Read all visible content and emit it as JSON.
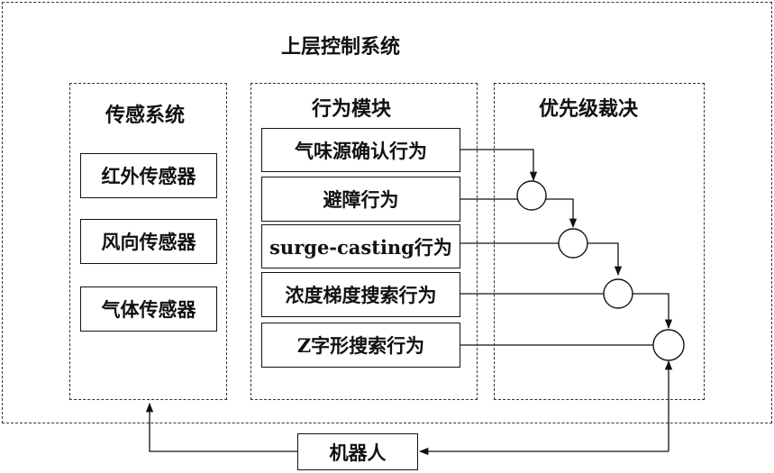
{
  "outer": {
    "title": "上层控制系统"
  },
  "sensing": {
    "title": "传感系统",
    "sensors": [
      "红外传感器",
      "风向传感器",
      "气体传感器"
    ]
  },
  "behavior": {
    "title": "行为模块",
    "items": [
      "气味源确认行为",
      "避障行为",
      "surge-casting行为",
      "浓度梯度搜索行为",
      "Z字形搜索行为"
    ]
  },
  "priority": {
    "title": "优先级裁决"
  },
  "robot": {
    "label": "机器人"
  }
}
